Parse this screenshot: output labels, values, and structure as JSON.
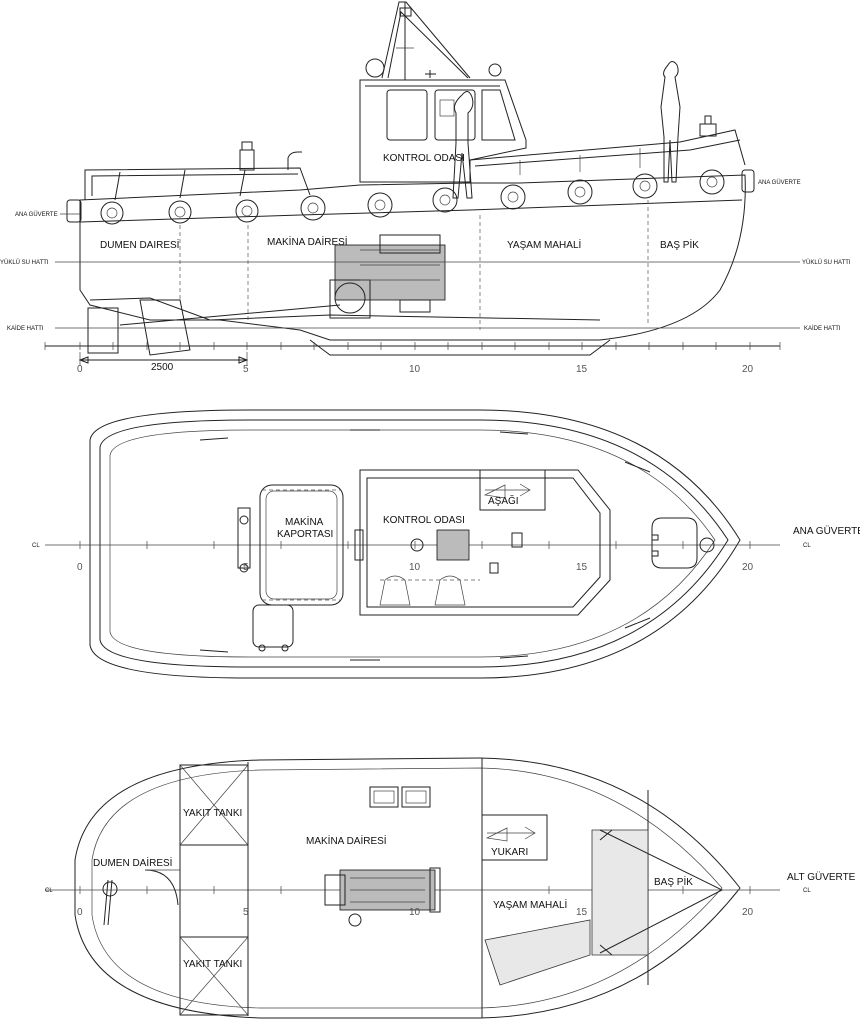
{
  "side_view": {
    "compartments": {
      "dumen_dairesi": "DUMEN DAIRESİ",
      "makina_dairesi": "MAKİNA DAİRESİ",
      "yasam_mahali": "YAŞAM MAHALİ",
      "bas_pik": "BAŞ PİK",
      "kontrol_odasi": "KONTROL ODASI"
    },
    "lines": {
      "ana_guverte_left": "ANA GÜVERTE",
      "ana_guverte_right": "ANA GÜVERTE",
      "yuklu_su_hatti_left": "YÜKLÜ SU HATTI",
      "yuklu_su_hatti_right": "YÜKLÜ SU HATTI",
      "kaide_hatti_left": "KAİDE HATTI",
      "kaide_hatti_right": "KAİDE HATTI"
    },
    "dimension": "2500",
    "scale_ticks": [
      "0",
      "5",
      "10",
      "15",
      "20"
    ]
  },
  "main_deck_plan": {
    "makina_kaportasi_line1": "MAKİNA",
    "makina_kaportasi_line2": "KAPORTASI",
    "kontrol_odasi": "KONTROL ODASI",
    "asagi": "AŞAĞI",
    "deck_name": "ANA GÜVERTE",
    "cl_left": "CL",
    "cl_right": "CL",
    "scale_ticks": [
      "0",
      "5",
      "10",
      "15",
      "20"
    ]
  },
  "lower_deck_plan": {
    "yakit_tanki_top": "YAKIT TANKI",
    "yakit_tanki_bottom": "YAKIT TANKI",
    "makina_dairesi": "MAKİNA DAİRESİ",
    "dumen_dairesi": "DUMEN DAİRESİ",
    "yukari": "YUKARI",
    "yasam_mahali": "YAŞAM MAHALİ",
    "bas_pik": "BAŞ PİK",
    "deck_name": "ALT GÜVERTE",
    "cl_left": "CL",
    "cl_right": "CL",
    "scale_ticks": [
      "0",
      "5",
      "10",
      "15",
      "20"
    ]
  }
}
